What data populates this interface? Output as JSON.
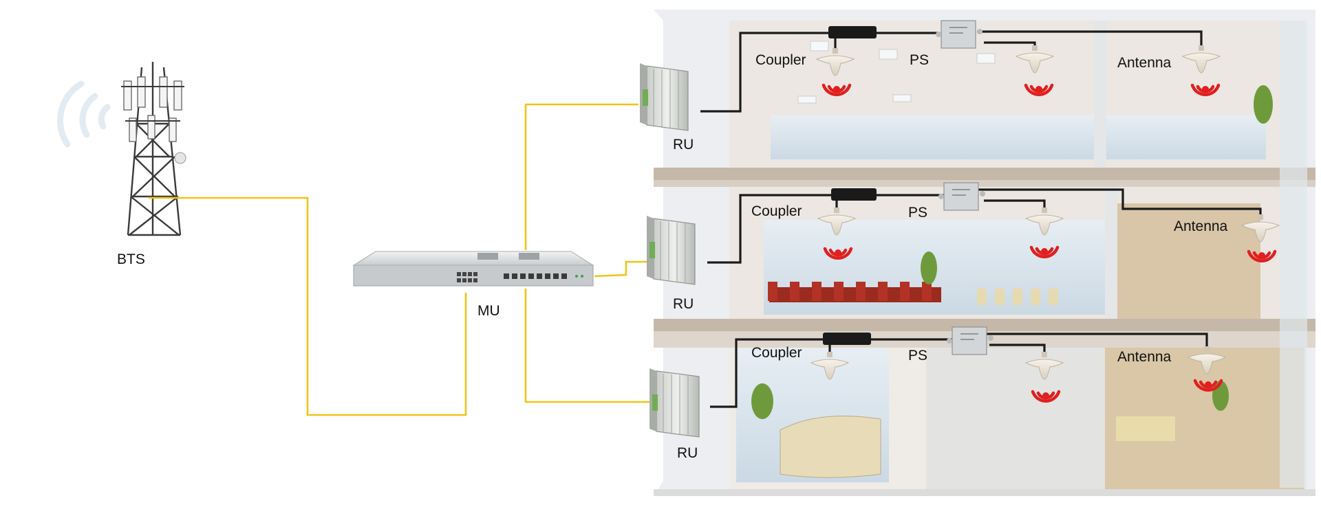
{
  "labels": {
    "bts": "BTS",
    "mu": "MU",
    "ru": "RU",
    "coupler": "Coupler",
    "ps": "PS",
    "antenna": "Antenna"
  },
  "colors": {
    "fiber": "#f2c318",
    "coax": "#1b1b1b",
    "signal": "#e02020",
    "building_wall": "#e9ebee",
    "slab": "#c5b8a8",
    "glass": "#dbe6ef"
  },
  "floors": [
    {
      "id": "top",
      "labels": [
        "Coupler",
        "PS",
        "Antenna"
      ]
    },
    {
      "id": "middle",
      "labels": [
        "Coupler",
        "PS",
        "Antenna"
      ]
    },
    {
      "id": "bottom",
      "labels": [
        "Coupler",
        "PS",
        "Antenna"
      ]
    }
  ]
}
